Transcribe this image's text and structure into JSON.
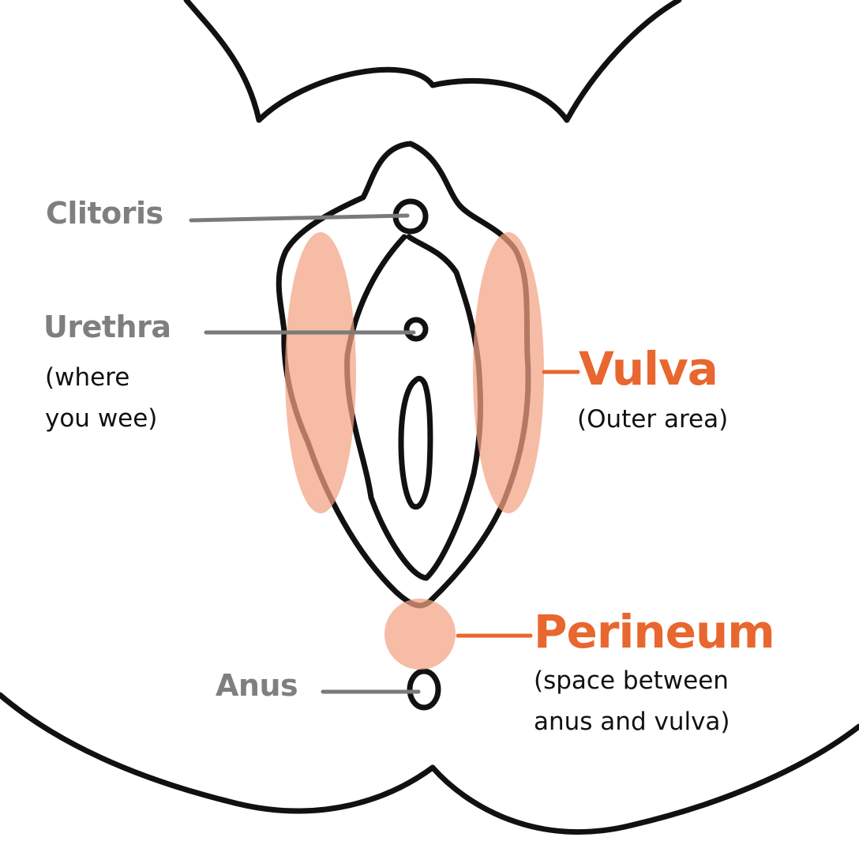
{
  "labels": {
    "clitoris": "Clitoris",
    "urethra": "Urethra",
    "urethra_note_line1": "(where",
    "urethra_note_line2": "you wee)",
    "vulva": "Vulva",
    "vulva_note": "(Outer area)",
    "perineum": "Perineum",
    "perineum_note_line1": "(space between",
    "perineum_note_line2": "anus and vulva)",
    "anus": "Anus"
  },
  "colors": {
    "outline": "#111111",
    "leader_line_gray": "#7a7a7a",
    "accent_orange": "#e8672f",
    "highlight_peach": "#f2a282"
  }
}
